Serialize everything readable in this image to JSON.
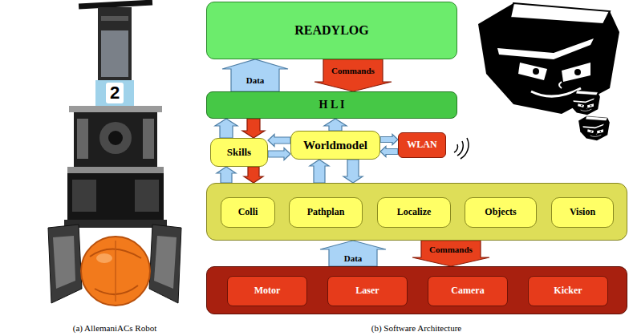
{
  "diagram": {
    "nodes": [
      {
        "text": [
          "READYLOG"
        ]
      },
      {
        "text": [
          "H L I"
        ]
      },
      {
        "text": [
          "Skills"
        ]
      },
      {
        "text": [
          "Worldmodel"
        ]
      },
      {
        "text": [
          "WLAN"
        ]
      },
      {
        "text": []
      },
      {
        "text": [
          "Colli"
        ],
        "in": 5
      },
      {
        "text": [
          "Pathplan"
        ],
        "in": 5
      },
      {
        "text": [
          "Localize"
        ],
        "in": 5
      },
      {
        "text": [
          "Objects"
        ],
        "in": 5
      },
      {
        "text": [
          "Vision"
        ],
        "in": 5
      },
      {
        "text": []
      },
      {
        "text": [
          "Motor"
        ],
        "in": 11
      },
      {
        "text": [
          "Laser"
        ],
        "in": 11
      },
      {
        "text": [
          "Camera"
        ],
        "in": 11
      },
      {
        "text": [
          "Kicker"
        ],
        "in": 11
      }
    ],
    "edges": [
      {
        "from": 1,
        "to": 0,
        "arrow": "to",
        "label": "Data"
      },
      {
        "from": 0,
        "to": 1,
        "arrow": "to",
        "label": "Commands"
      },
      {
        "from": 2,
        "to": 1,
        "arrow": "to"
      },
      {
        "from": 1,
        "to": 2,
        "arrow": "to"
      },
      {
        "from": 3,
        "to": 1,
        "arrow": "to"
      },
      {
        "from": 2,
        "to": 3,
        "arrow": "to"
      },
      {
        "from": 3,
        "to": 2,
        "arrow": "to"
      },
      {
        "from": 3,
        "to": 4,
        "arrow": "to"
      },
      {
        "from": 4,
        "to": 3,
        "arrow": "to"
      },
      {
        "from": 5,
        "to": 2,
        "arrow": "to"
      },
      {
        "from": 2,
        "to": 5,
        "arrow": "to"
      },
      {
        "from": 5,
        "to": 3,
        "arrow": "to"
      },
      {
        "from": 3,
        "to": 5,
        "arrow": "to"
      },
      {
        "from": 11,
        "to": 5,
        "arrow": "to",
        "label": "Data"
      },
      {
        "from": 5,
        "to": 11,
        "arrow": "to",
        "label": "Commands"
      }
    ],
    "labels": [
      "2",
      "(a) AllemaniACs Robot",
      "(b) Software Architecture"
    ]
  }
}
